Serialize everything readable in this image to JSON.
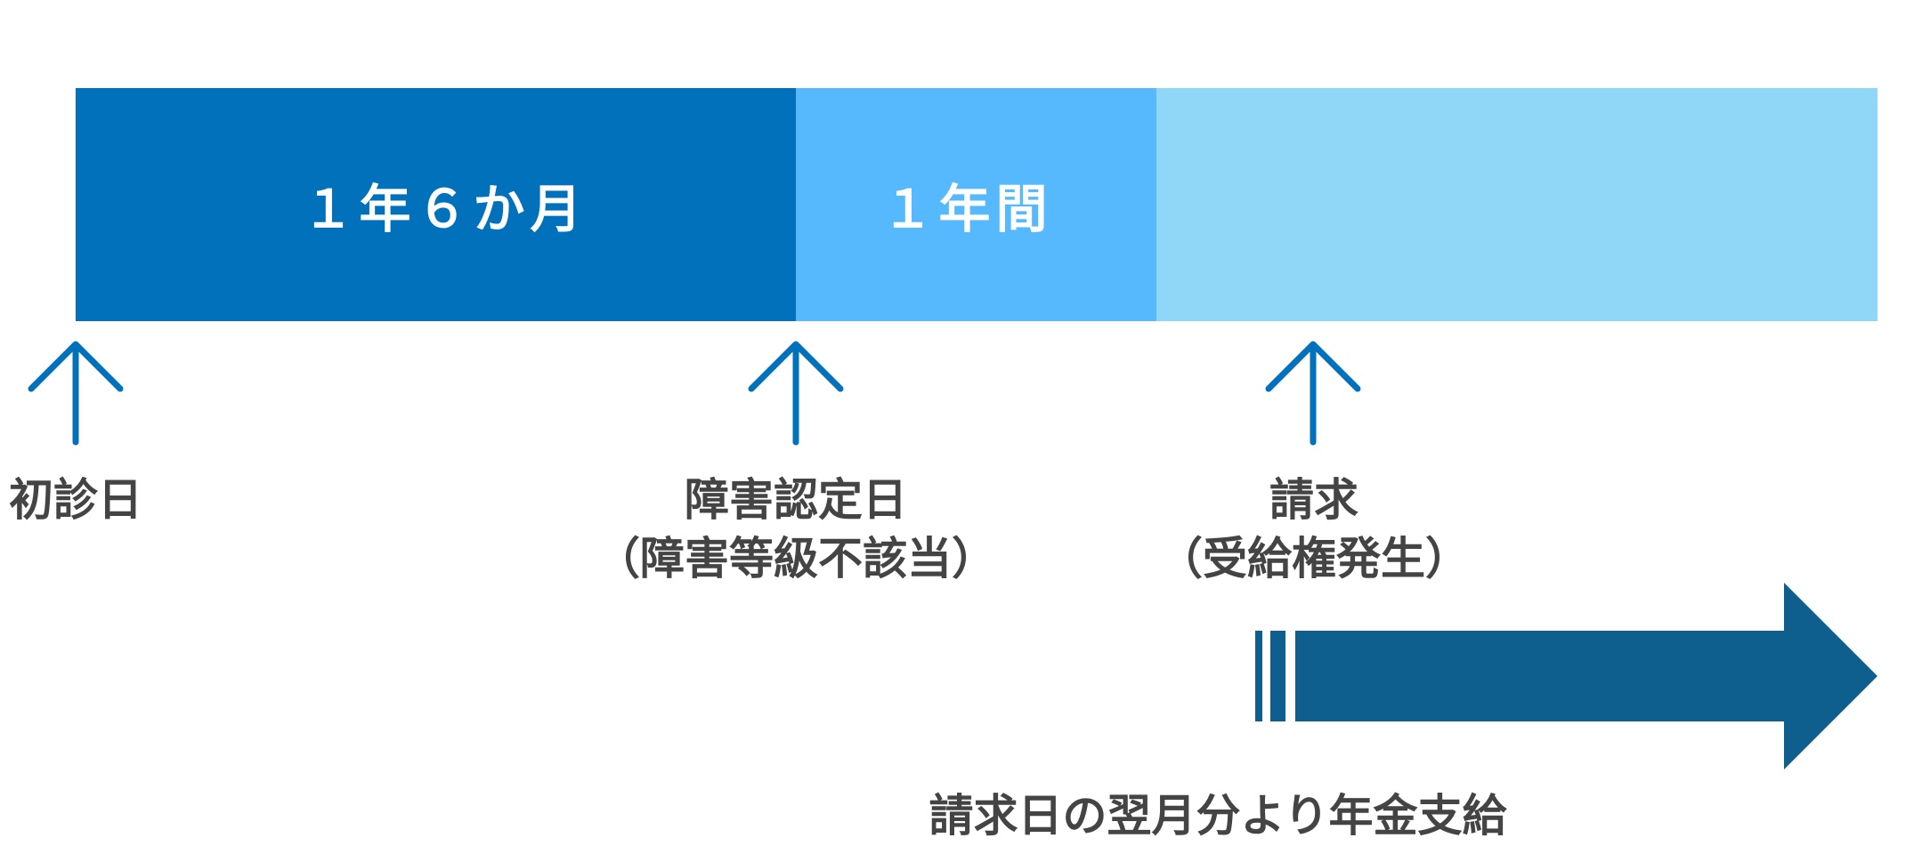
{
  "timeline": {
    "segments": [
      {
        "label": "１年６か月",
        "color": "#0171bb"
      },
      {
        "label": "１年間",
        "color": "#56b9fd"
      },
      {
        "label": "",
        "color": "#8fd6f7"
      }
    ],
    "markers": [
      {
        "line1": "初診日",
        "line2": ""
      },
      {
        "line1": "障害認定日",
        "line2": "（障害等級不該当）"
      },
      {
        "line1": "請求",
        "line2": "（受給権発生）"
      }
    ]
  },
  "payment": {
    "label": "請求日の翌月分より年金支給",
    "color": "#0f5f8e"
  },
  "colors": {
    "arrow": "#0171bb",
    "text": "#444444"
  }
}
